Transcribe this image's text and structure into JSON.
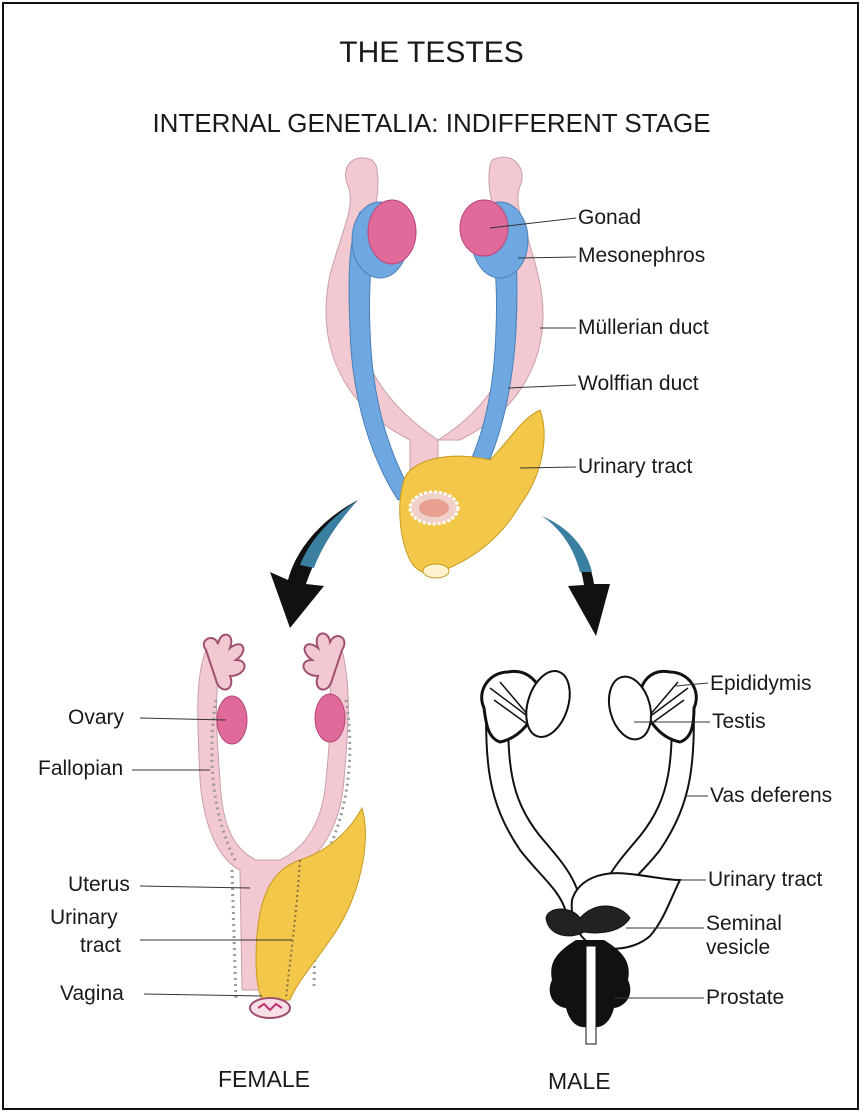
{
  "title": "THE TESTES",
  "subtitle": "INTERNAL GENETALIA: INDIFFERENT STAGE",
  "indifferent_labels": {
    "gonad": "Gonad",
    "mesonephros": "Mesonephros",
    "mullerian": "Müllerian duct",
    "wolffian": "Wolffian duct",
    "urinary": "Urinary tract"
  },
  "female_labels": {
    "ovary": "Ovary",
    "fallopian": "Fallopian",
    "uterus": "Uterus",
    "urinary_1": "Urinary",
    "urinary_2": "tract",
    "vagina": "Vagina"
  },
  "male_labels": {
    "epididymis": "Epididymis",
    "testis": "Testis",
    "vas": "Vas deferens",
    "urinary": "Urinary tract",
    "seminal_1": "Seminal",
    "seminal_2": "vesicle",
    "prostate": "Prostate"
  },
  "captions": {
    "female": "FEMALE",
    "male": "MALE"
  },
  "colors": {
    "pink_duct": "#f2c9d0",
    "pink_gonad": "#e06a9a",
    "blue_duct": "#6fa8e0",
    "yellow_tract": "#f3c84a",
    "arrow_dark": "#111111",
    "arrow_teal": "#3a7fa0"
  }
}
